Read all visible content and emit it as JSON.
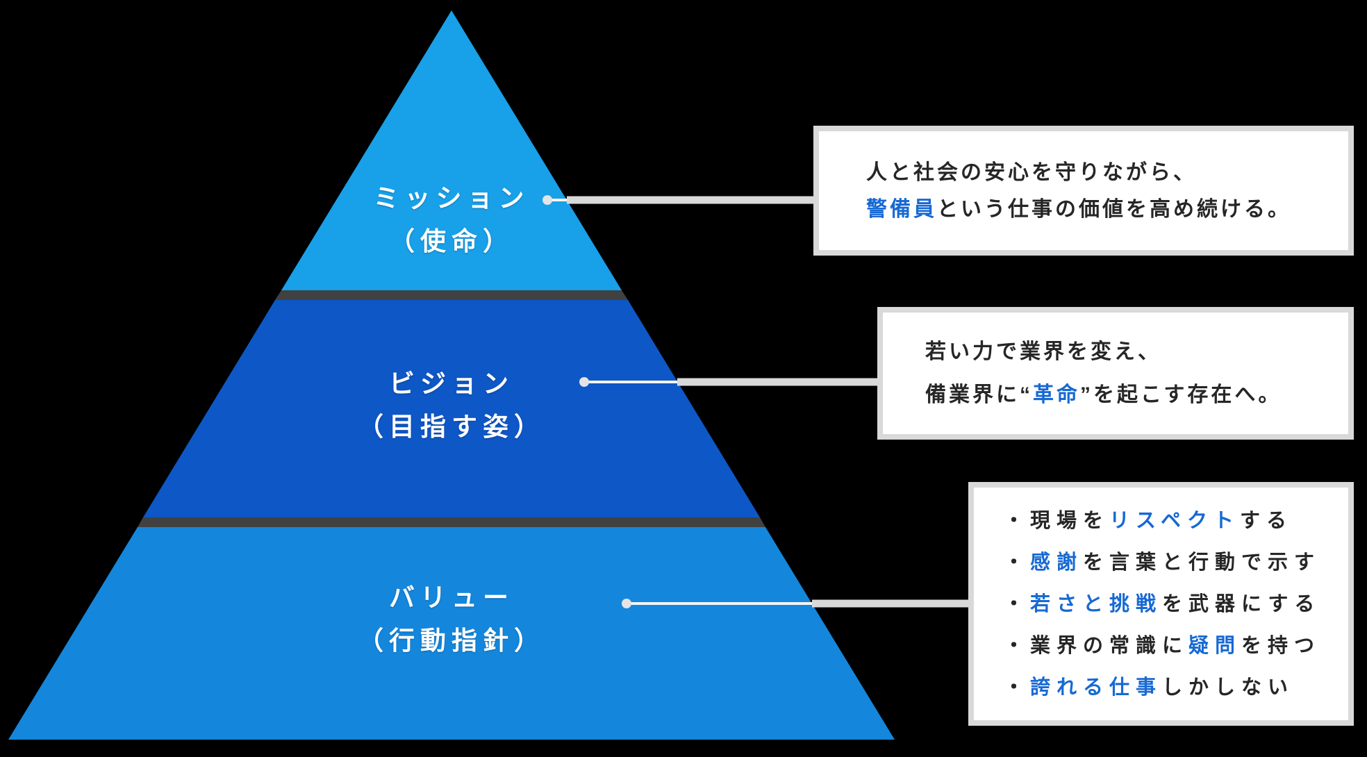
{
  "background_color": "#000000",
  "colors": {
    "pyramid_top": "#18A0E9",
    "pyramid_middle": "#0E57C6",
    "pyramid_bottom": "#1487DC",
    "separator": "#414141",
    "connector_gray": "#D9D9D9",
    "connector_dot": "#E4E4E4",
    "box_background": "#FFFFFF",
    "box_border": "#D9D9D9",
    "body_text": "#262626",
    "accent_blue": "#1769D3",
    "label_text": "#FFFFFF"
  },
  "pyramid": {
    "sections": [
      {
        "id": "mission",
        "title": "ミッション",
        "subtitle": "（使命）"
      },
      {
        "id": "vision",
        "title": "ビジョン",
        "subtitle": "（目指す姿）"
      },
      {
        "id": "values",
        "title": "バリュー",
        "subtitle": "（行動指針）"
      }
    ]
  },
  "callouts": [
    {
      "id": "mission",
      "lines": [
        [
          {
            "text": "人と社会の安心を守りながら、",
            "highlight": false
          }
        ],
        [
          {
            "text": "警備員",
            "highlight": true
          },
          {
            "text": "という仕事の価値を高め続ける。",
            "highlight": false
          }
        ]
      ]
    },
    {
      "id": "vision",
      "lines": [
        [
          {
            "text": "若い力で業界を変え、",
            "highlight": false
          }
        ],
        [
          {
            "text": "備業界に“",
            "highlight": false
          },
          {
            "text": "革命",
            "highlight": true
          },
          {
            "text": "”を起こす存在へ。",
            "highlight": false
          }
        ]
      ]
    },
    {
      "id": "values",
      "lines": [
        [
          {
            "text": "・現場を",
            "highlight": false
          },
          {
            "text": "リスペクト",
            "highlight": true
          },
          {
            "text": "する",
            "highlight": false
          }
        ],
        [
          {
            "text": "・",
            "highlight": false
          },
          {
            "text": "感謝",
            "highlight": true
          },
          {
            "text": "を言葉と行動で示す",
            "highlight": false
          }
        ],
        [
          {
            "text": "・",
            "highlight": false
          },
          {
            "text": "若さと挑戦",
            "highlight": true
          },
          {
            "text": "を武器にする",
            "highlight": false
          }
        ],
        [
          {
            "text": "・業界の常識に",
            "highlight": false
          },
          {
            "text": "疑問",
            "highlight": true
          },
          {
            "text": "を持つ",
            "highlight": false
          }
        ],
        [
          {
            "text": "・",
            "highlight": false
          },
          {
            "text": "誇れる仕事",
            "highlight": true
          },
          {
            "text": "しかしない",
            "highlight": false
          }
        ]
      ]
    }
  ]
}
